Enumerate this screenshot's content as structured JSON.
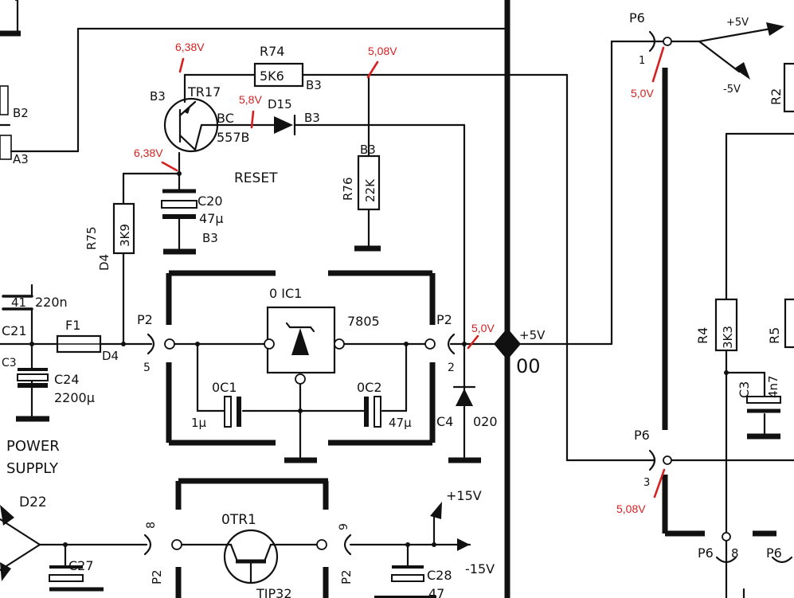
{
  "labels": {
    "tr17": "TR17",
    "tr17_loc": "B3",
    "tr17_type_1": "BC",
    "tr17_type_2": "557B",
    "r74": "R74",
    "r74_val": "5K6",
    "r74_loc": "B3",
    "d15": "D15",
    "d15_loc": "B3",
    "r76": "R76",
    "r76_val": "22K",
    "r76_loc": "B3",
    "reset": "RESET",
    "c20": "C20",
    "c20_val": "47μ",
    "c20_loc": "B3",
    "r75": "R75",
    "r75_val": "3K9",
    "r75_loc": "D4",
    "b2": "B2",
    "a3": "A3",
    "c21_val": "220n",
    "c21_top": "41",
    "c21": "C21",
    "c3_frag": "C3",
    "f1": "F1",
    "f1_loc": "D4",
    "c24": "C24",
    "c24_val": "2200μ",
    "power": "POWER",
    "supply": "SUPPLY",
    "p2_left": "P2",
    "p2_left_pin": "5",
    "ic1": "0 IC1",
    "ic1_type": "7805",
    "p2_right": "P2",
    "p2_right_pin": "2",
    "oc1": "0C1",
    "oc1_val": "1μ",
    "oc2": "0C2",
    "oc2_val": "47μ",
    "c4": "C4",
    "c4_d": "020",
    "plus5": "+5V",
    "node_00": "00",
    "d22": "D22",
    "c27": "C27",
    "otr1": "0TR1",
    "tip": "TIP32",
    "p2_pin8": "8",
    "p2_pin9": "9",
    "p2_b1": "P2",
    "p2_b2": "P2",
    "plus15": "+15V",
    "minus15": "-15V",
    "c28": "C28",
    "c28_val": "47",
    "p6_top": "P6",
    "p6_top_pin": "1",
    "p6_top_plus": "+5V",
    "p6_top_minus": "-5V",
    "r2": "R2",
    "r4": "R4",
    "r4_val": "3K3",
    "r5": "R5",
    "c3": "C3",
    "c3_val": "4n7",
    "p6_mid": "P6",
    "p6_mid_pin": "3",
    "p6_b1": "P6",
    "p6_b1_pin": "8",
    "p6_b2": "P6"
  },
  "measurements": {
    "v_emitter": "6,38V",
    "v_r74": "5,08V",
    "v_collector": "5,8V",
    "v_base": "6,38V",
    "v_p2_out": "5,0V",
    "v_p6_top": "5,0V",
    "v_p6_mid": "5,08V"
  },
  "colors": {
    "ink": "#111111",
    "annotation": "#d62020",
    "paper": "#ffffff"
  }
}
